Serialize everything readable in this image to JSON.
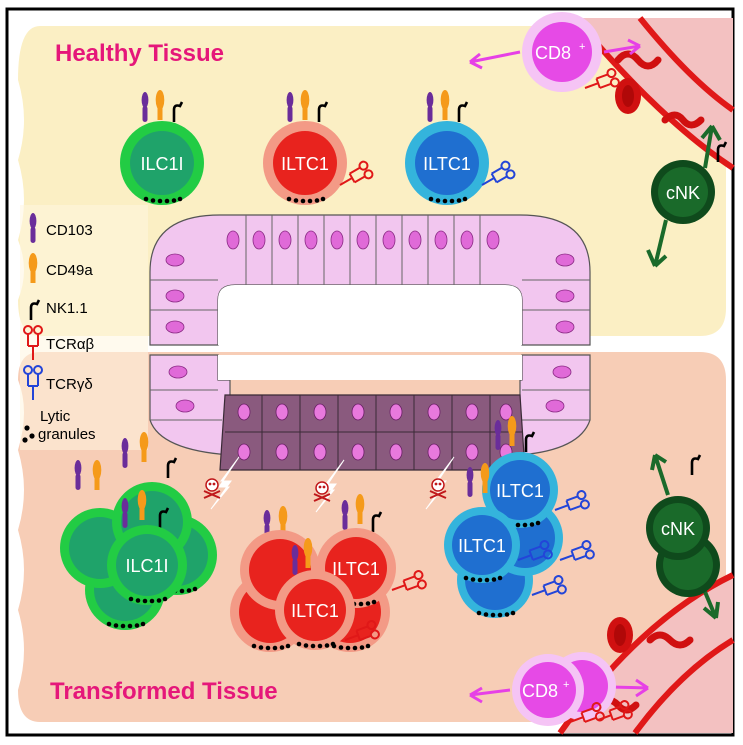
{
  "regions": {
    "healthy_label": "Healthy Tissue",
    "transformed_label": "Transformed Tissue"
  },
  "cells": {
    "ilc1": "ILC1I",
    "iltc1": "ILTC1",
    "cd8": "CD8",
    "cd8_sup": "+",
    "cnk": "cNK"
  },
  "legend": {
    "cd103": "CD103",
    "cd49a": "CD49a",
    "nk11": "NK1.1",
    "tcrab": "TCRαβ",
    "tcrgd": "TCRγδ",
    "lytic_1": "Lytic",
    "lytic_2": "granules"
  },
  "colors": {
    "healthy_bg": "#fbefc4",
    "transformed_bg": "#f7cdb6",
    "ilc1_green": "#22cc44",
    "iltc1_red": "#e8231e",
    "iltc1_blue": "#1f8ed6",
    "cnk_green": "#1a6a2a",
    "cd8_magenta": "#e64ae6",
    "label_pink": "#e5177a",
    "epithelium_pink": "#f2c6ef",
    "tumor_purple": "#8a5a7e",
    "vessel_red": "#e01818",
    "cd103_purple": "#6a2d9a",
    "cd49a_orange": "#f59a1a"
  },
  "icons": [
    "skull-crossbones-icon",
    "lightning-bolt-icon"
  ]
}
